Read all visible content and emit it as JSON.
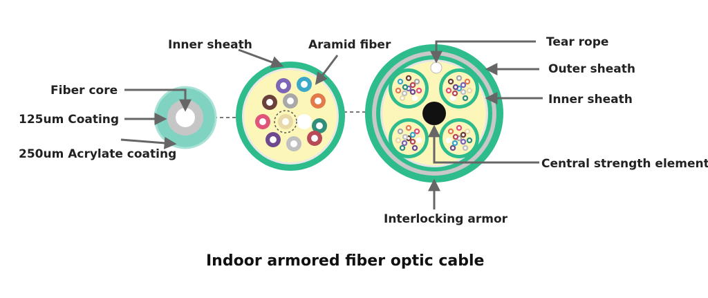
{
  "title": "Indoor armored fiber optic cable",
  "labels": {
    "fiber_core": "Fiber core",
    "coating_125": "125um Coating",
    "acrylate_250": "250um Acrylate coating",
    "inner_sheath_left": "Inner sheath",
    "aramid_fiber": "Aramid fiber",
    "tear_rope": "Tear rope",
    "outer_sheath": "Outer sheath",
    "inner_sheath_right": "Inner sheath",
    "central_strength": "Central strength element",
    "interlocking_armor": "Interlocking armor"
  },
  "colors": {
    "sheath_green": "#2ebc8c",
    "filler_yellow": "#fcf6b8",
    "armor_gray": "#b8b8b8",
    "arrow_gray": "#666666",
    "core_white": "#ffffff",
    "coating_gray": "#c6c6c6",
    "acrylate_teal": "#7fd3c0",
    "strength_black": "#111111"
  },
  "fiber_colors": [
    "#7e66b6",
    "#3aa8c9",
    "#6b3f3a",
    "#a8a8a8",
    "#e37a4c",
    "#e1547a",
    "#e8d9a6",
    "#ffffff",
    "#2f8f7a",
    "#6d4a8d",
    "#c0c0c0",
    "#b84a58"
  ]
}
